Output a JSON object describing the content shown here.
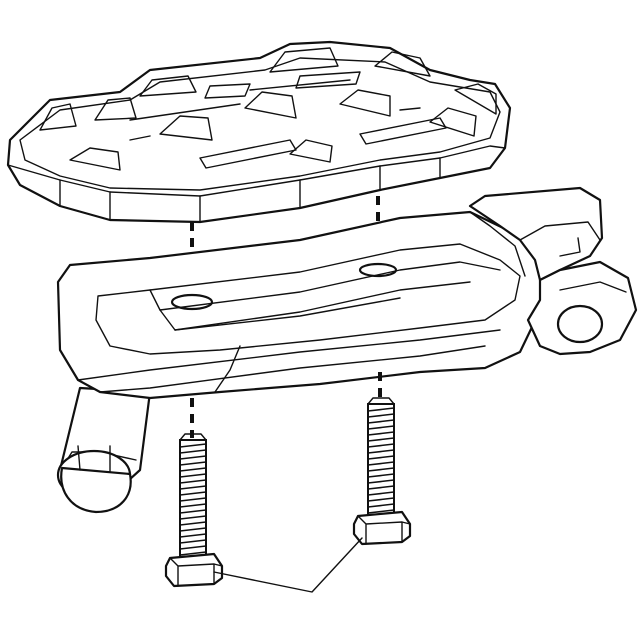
{
  "figure": {
    "kind": "exploded-assembly-line-drawing",
    "parts": [
      {
        "name": "footpeg-pad",
        "description_icon": "tread-pad-icon"
      },
      {
        "name": "footpeg-body",
        "description_icon": "peg-body-icon"
      },
      {
        "name": "mounting-bolt",
        "count": 2,
        "description_icon": "bolt-icon"
      }
    ],
    "colors": {
      "stroke": "#111111",
      "background": "#ffffff",
      "hidden_edge": "#9a9a9a"
    }
  }
}
